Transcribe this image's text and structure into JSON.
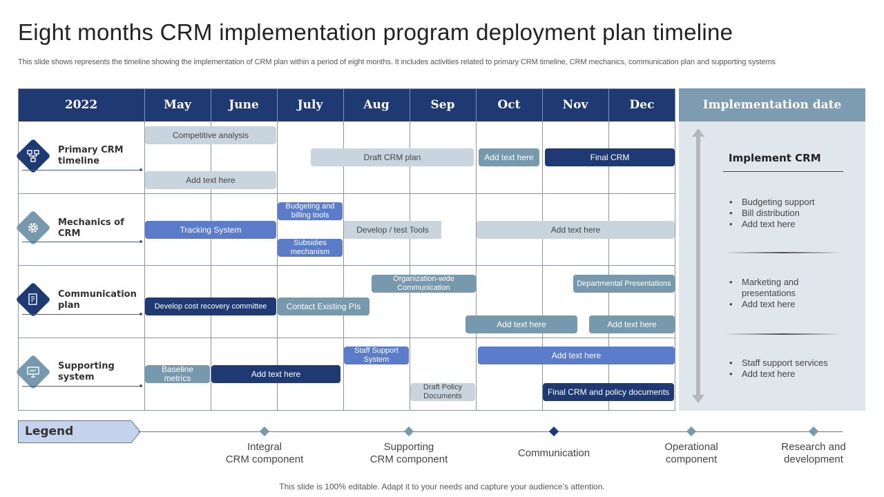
{
  "title": "Eight months CRM implementation program deployment plan timeline",
  "subtitle": "This slide shows represents the timeline showing the implementation of CRM plan within a period of eight months. It includes activities related to primary CRM timeline, CRM mechanics, communication plan and supporting systems",
  "header": {
    "year": "2022",
    "months": [
      "May",
      "June",
      "July",
      "Aug",
      "Sep",
      "Oct",
      "Nov",
      "Dec"
    ]
  },
  "rows": [
    {
      "label": "Primary  CRM\ntimeline",
      "icon": "org-chart-icon"
    },
    {
      "label": "Mechanics of\nCRM",
      "icon": "gear-icon"
    },
    {
      "label": "Communication\nplan",
      "icon": "document-icon"
    },
    {
      "label": "Supporting\nsystem",
      "icon": "monitor-icon"
    }
  ],
  "tasks": [
    {
      "text": "Competitive analysis",
      "color": "light"
    },
    {
      "text": "Draft CRM plan",
      "color": "light"
    },
    {
      "text": "Add text here",
      "color": "steel"
    },
    {
      "text": "Final CRM",
      "color": "navy"
    },
    {
      "text": "Add text here",
      "color": "light"
    },
    {
      "text": "Budgeting and billing tools",
      "color": "blue"
    },
    {
      "text": "Tracking System",
      "color": "blue"
    },
    {
      "text": "Develop / test Tools",
      "color": "light"
    },
    {
      "text": "Add text here",
      "color": "light"
    },
    {
      "text": "Subsidies mechanism",
      "color": "blue"
    },
    {
      "text": "Organization-wide Communication",
      "color": "steel"
    },
    {
      "text": "Departmental Presentations",
      "color": "steel"
    },
    {
      "text": "Develop cost recovery committee",
      "color": "navy"
    },
    {
      "text": "Contact Existing PIs",
      "color": "steel"
    },
    {
      "text": "Add text here",
      "color": "steel"
    },
    {
      "text": "Add text here",
      "color": "steel"
    },
    {
      "text": "Staff Support System",
      "color": "blue"
    },
    {
      "text": "Add text here",
      "color": "blue"
    },
    {
      "text": "Baseline metrics",
      "color": "steel"
    },
    {
      "text": "Add text here",
      "color": "navy"
    },
    {
      "text": "Draft Policy Documents",
      "color": "light"
    },
    {
      "text": "Final CRM and policy documents",
      "color": "navy"
    }
  ],
  "implementation": {
    "header": "Implementation  date",
    "title": "Implement CRM",
    "groups": [
      [
        "Budgeting support",
        "Bill distribution",
        "Add text here"
      ],
      [
        "Marketing and presentations",
        "Add text here"
      ],
      [
        "Staff support services",
        "Add text here"
      ]
    ]
  },
  "legend": {
    "label": "Legend",
    "items": [
      {
        "text": "Integral\nCRM component",
        "color": "#7799ae"
      },
      {
        "text": "Supporting\nCRM component",
        "color": "#7799ae"
      },
      {
        "text": "Communication",
        "color": "#1f3a73"
      },
      {
        "text": "Operational\ncomponent",
        "color": "#7799ae"
      },
      {
        "text": "Research and\ndevelopment",
        "color": "#7799ae"
      }
    ]
  },
  "footer": "This slide is 100% editable. Adapt it to your needs and capture your audience’s attention.",
  "colors": {
    "navy": "#1f3a73",
    "blue": "#5b7cc9",
    "steel": "#7799ae",
    "light": "#c8d5df",
    "impl_header": "#7d9cb2",
    "impl_body": "#dfe6ec",
    "legend_tag": "#c5d3ec"
  }
}
